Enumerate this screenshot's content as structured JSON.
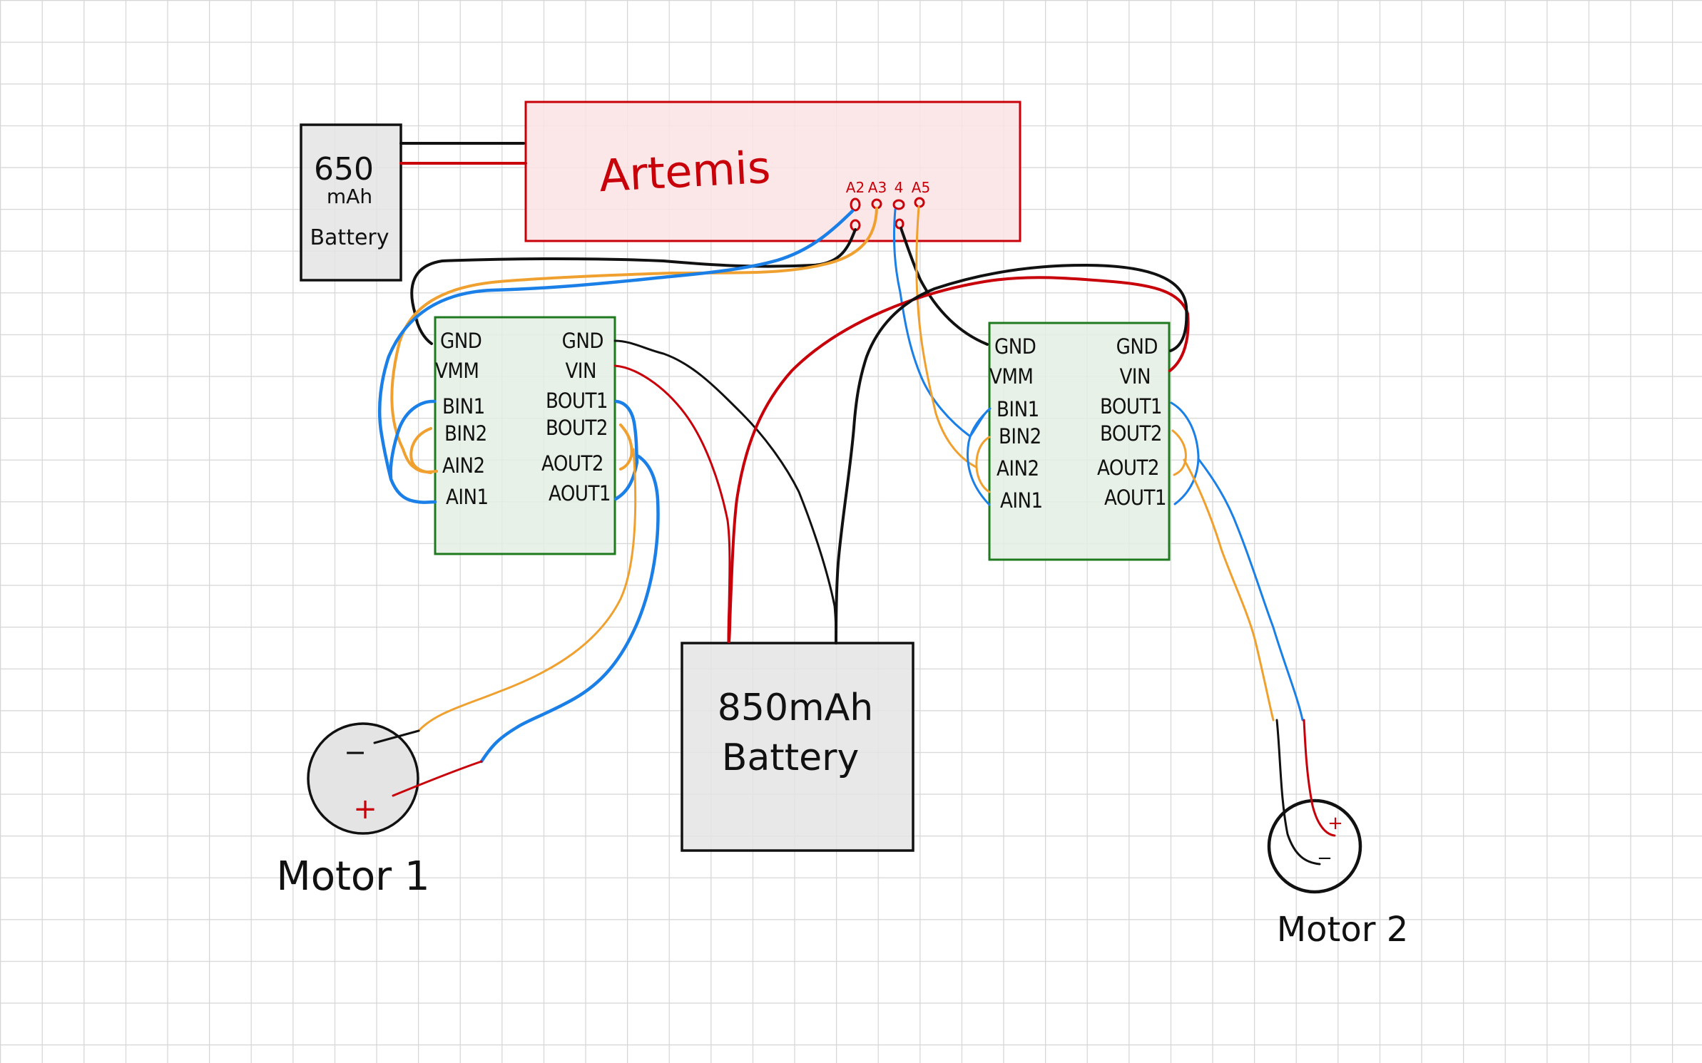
{
  "diagram": {
    "title": "Artemis dual motor driver wiring",
    "colors": {
      "background": "#ffffff",
      "grid": "#d6d6d6",
      "artemis_fill": "#fbe3e4",
      "artemis_stroke": "#c8000a",
      "driver_fill": "#e3efe3",
      "driver_stroke": "#1f7a1f",
      "battery_fill": "#e4e4e4",
      "wire_black": "#111111",
      "wire_red": "#c8000a",
      "wire_blue": "#1a7fe6",
      "wire_orange": "#f0a02e"
    },
    "artemis": {
      "label": "Artemis",
      "pins": [
        "A2",
        "A3",
        "4",
        "A5"
      ]
    },
    "battery_small": {
      "capacity": "650",
      "unit": "mAh",
      "label": "Battery"
    },
    "battery_large": {
      "line1": "850mAh",
      "line2": "Battery"
    },
    "drivers": [
      {
        "left_pins": [
          "GND",
          "VMM",
          "BIN1",
          "BIN2",
          "AIN2",
          "AIN1"
        ],
        "right_pins": [
          "GND",
          "VIN",
          "BOUT1",
          "BOUT2",
          "AOUT2",
          "AOUT1"
        ]
      },
      {
        "left_pins": [
          "GND",
          "VMM",
          "BIN1",
          "BIN2",
          "AIN2",
          "AIN1"
        ],
        "right_pins": [
          "GND",
          "VIN",
          "BOUT1",
          "BOUT2",
          "AOUT2",
          "AOUT1"
        ]
      }
    ],
    "motors": [
      {
        "label": "Motor 1",
        "minus": "−",
        "plus": "+"
      },
      {
        "label": "Motor 2",
        "minus": "−",
        "plus": "+"
      }
    ]
  }
}
